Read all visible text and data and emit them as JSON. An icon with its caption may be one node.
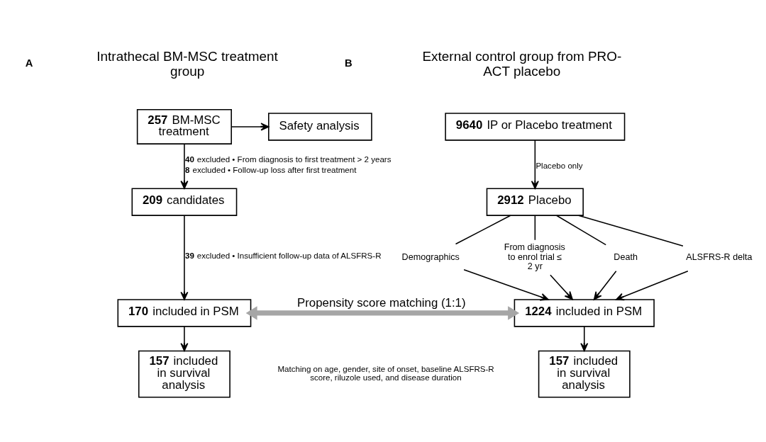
{
  "diagram": {
    "nodes": [
      {
        "text": [
          "**257** BM-MSC treatment"
        ]
      },
      {
        "text": [
          "Safety analysis"
        ]
      },
      {
        "text": [
          "**209** candidates"
        ]
      },
      {
        "text": [
          "**170** included in PSM"
        ]
      },
      {
        "text": [
          "**157** included in survival analysis"
        ]
      },
      {
        "text": [
          "**9640** IP or Placebo treatment"
        ]
      },
      {
        "text": [
          "**2912** Placebo"
        ]
      },
      {
        "text": [
          "Demographics"
        ]
      },
      {
        "text": [
          "From diagnosis to enrol trial ≤ 2 yr"
        ]
      },
      {
        "text": [
          "Death"
        ]
      },
      {
        "text": [
          "ALSFRS-R delta"
        ]
      },
      {
        "text": [
          "**1224** included in PSM"
        ]
      },
      {
        "text": [
          "**157** included in survival analysis"
        ]
      }
    ],
    "edges": [
      {
        "from": 0,
        "to": 1,
        "arrow": "to"
      },
      {
        "from": 0,
        "to": 2,
        "arrow": "to",
        "label": "**40** excluded • From diagnosis to first treatment > 2 years **8** excluded • Follow-up loss after first treatment"
      },
      {
        "from": 2,
        "to": 3,
        "arrow": "to",
        "label": "**39** excluded • Insufficient follow-up data of ALSFRS-R"
      },
      {
        "from": 3,
        "to": 4,
        "arrow": "to"
      },
      {
        "from": 5,
        "to": 6,
        "arrow": "to",
        "label": "Placebo only"
      },
      {
        "from": 6,
        "to": 7,
        "arrow": "none"
      },
      {
        "from": 6,
        "to": 8,
        "arrow": "none"
      },
      {
        "from": 6,
        "to": 9,
        "arrow": "none"
      },
      {
        "from": 6,
        "to": 10,
        "arrow": "none"
      },
      {
        "from": 7,
        "to": 11,
        "arrow": "to"
      },
      {
        "from": 8,
        "to": 11,
        "arrow": "to"
      },
      {
        "from": 9,
        "to": 11,
        "arrow": "to"
      },
      {
        "from": 10,
        "to": 11,
        "arrow": "to"
      },
      {
        "from": 11,
        "to": 12,
        "arrow": "to"
      },
      {
        "from": 3,
        "to": 11,
        "arrow": "both",
        "style": "thick",
        "color": "#a6a6a6",
        "label": "Propensity score matching (1:1)"
      }
    ],
    "labels": [
      "A",
      "Intrathecal BM-MSC treatment group",
      "B",
      "External control group from PRO-ACT placebo",
      "Matching on age, gender, site of onset, baseline ALSFRS-R score, riluzole used, and disease duration"
    ]
  }
}
